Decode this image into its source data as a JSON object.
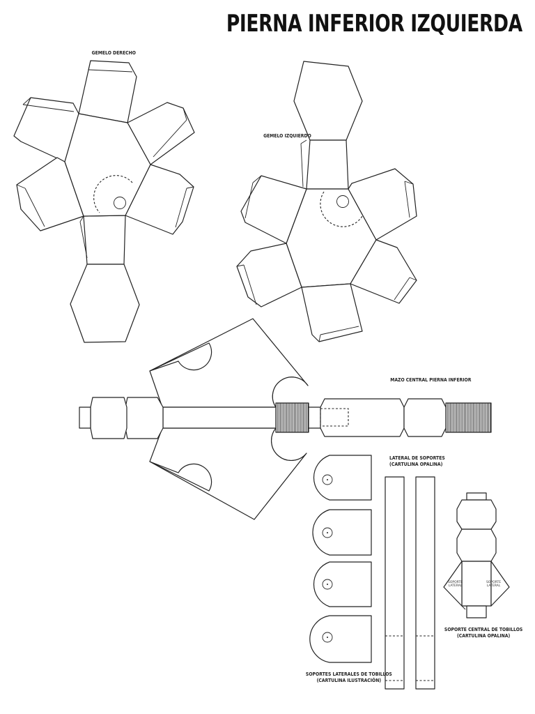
{
  "page": {
    "title": "PIERNA INFERIOR IZQUIERDA"
  },
  "labels": {
    "gemelo_derecho": "GEMELO DERECHO",
    "gemelo_izquierdo": "GEMELO IZQUIERDO",
    "mazo_central": "MAZO CENTRAL PIERNA INFERIOR",
    "lateral_soportes_line1": "LATERAL DE SOPORTES",
    "lateral_soportes_line2": "(CARTULINA OPALINA)",
    "soportes_laterales_line1": "SOPORTES LATERALES DE TOBILLOS",
    "soportes_laterales_line2": "(CARTULINA ILUSTRACIÓN)",
    "soporte_central_line1": "SOPORTE CENTRAL DE TOBILLOS",
    "soporte_central_line2": "(CARTULINA OPALINA)",
    "soporte_lateral_left_1": "SOPORTE",
    "soporte_lateral_left_2": "LATERAL",
    "soporte_lateral_right_1": "SOPORTE",
    "soporte_lateral_right_2": "LATERAL"
  },
  "colors": {
    "line": "#222222",
    "paper": "#ffffff"
  }
}
